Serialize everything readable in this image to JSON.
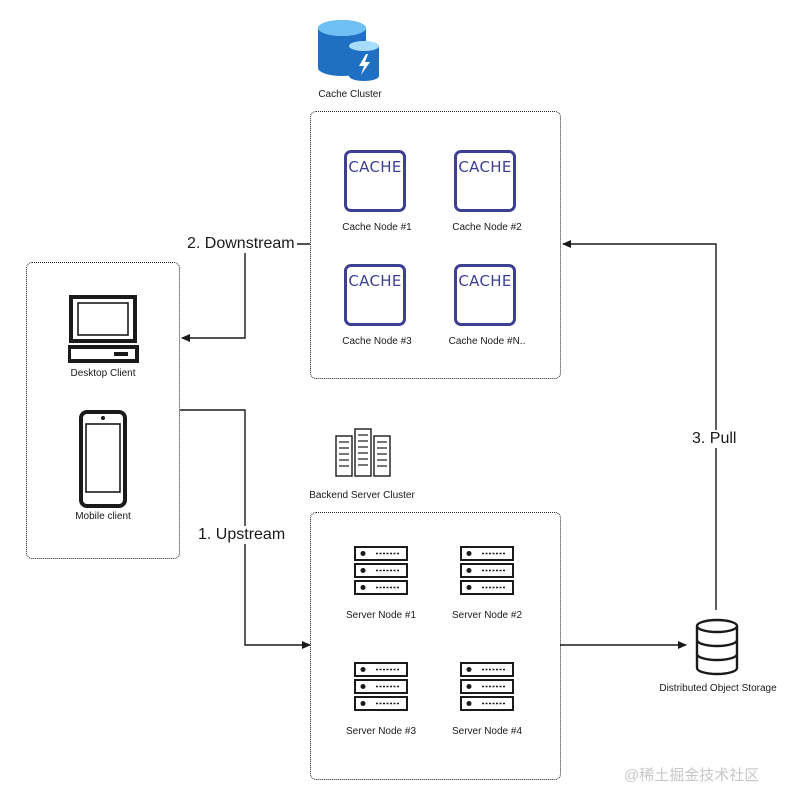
{
  "cache_cluster": {
    "label": "Cache Cluster",
    "nodes": [
      {
        "tile_text": "CACHE",
        "label": "Cache Node #1"
      },
      {
        "tile_text": "CACHE",
        "label": "Cache Node #2"
      },
      {
        "tile_text": "CACHE",
        "label": "Cache Node #3"
      },
      {
        "tile_text": "CACHE",
        "label": "Cache Node #N.."
      }
    ]
  },
  "clients": {
    "desktop_label": "Desktop Client",
    "mobile_label": "Mobile client"
  },
  "backend_cluster": {
    "label": "Backend Server Cluster",
    "nodes": [
      {
        "label": "Server Node #1"
      },
      {
        "label": "Server Node #2"
      },
      {
        "label": "Server Node #3"
      },
      {
        "label": "Server Node #4"
      }
    ]
  },
  "storage": {
    "label": "Distributed Object Storage"
  },
  "flows": {
    "downstream": "2. Downstream",
    "upstream": "1. Upstream",
    "pull": "3. Pull"
  },
  "watermark": "@稀土掘金技术社区",
  "colors": {
    "cache_tile": "#3c3f94",
    "azure_blue": "#1f6fc2",
    "line": "#1a1a1a"
  }
}
